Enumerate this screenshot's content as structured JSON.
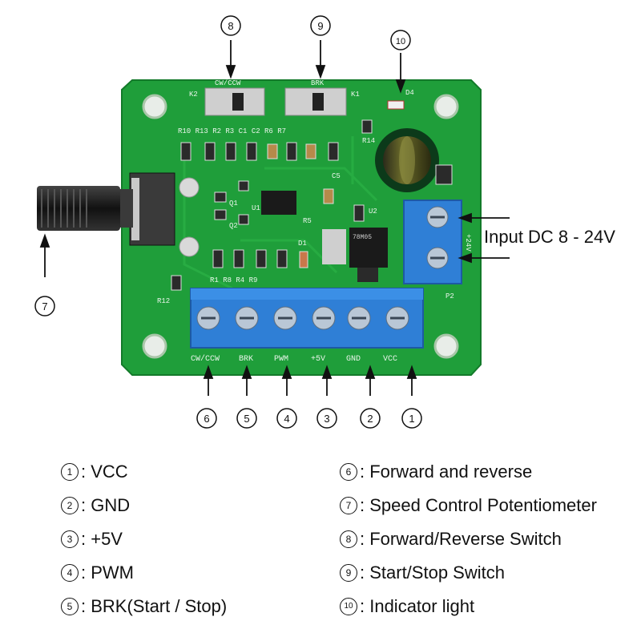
{
  "callout_numbers": {
    "n1": "1",
    "n2": "2",
    "n3": "3",
    "n4": "4",
    "n5": "5",
    "n6": "6",
    "n7": "7",
    "n8": "8",
    "n9": "9",
    "n10": "10"
  },
  "input_label": "Input DC 8 - 24V",
  "terminals": {
    "t1": "VCC",
    "t2": "GND",
    "t3": "+5V",
    "t4": "PWM",
    "t5": "BRK",
    "t6": "CW/CCW"
  },
  "silkscreen": {
    "k2": "K2",
    "k1": "K1",
    "sw2_label": "CW/CCW",
    "sw1_label": "BRK",
    "d4": "D4",
    "row_top": "R10  R13  R2  R3  C1  C2  R6  R7",
    "r14": "R14",
    "c5": "C5",
    "u1": "U1",
    "u2": "U2",
    "q1": "Q1",
    "q2": "Q2",
    "r5": "R5",
    "d1": "D1",
    "regulator": "78M05",
    "p2": "P2",
    "plus24v": "+24V",
    "row_bottom": "R1  R8  R4  R9",
    "r12": "R12"
  },
  "legend": {
    "left": [
      {
        "num": "1",
        "text": ": VCC"
      },
      {
        "num": "2",
        "text": ": GND"
      },
      {
        "num": "3",
        "text": ": +5V"
      },
      {
        "num": "4",
        "text": ": PWM"
      },
      {
        "num": "5",
        "text": ": BRK(Start / Stop)"
      }
    ],
    "right": [
      {
        "num": "6",
        "text": ": Forward and reverse"
      },
      {
        "num": "7",
        "text": ": Speed Control Potentiometer"
      },
      {
        "num": "8",
        "text": ": Forward/Reverse Switch"
      },
      {
        "num": "9",
        "text": ": Start/Stop Switch"
      },
      {
        "num": "10",
        "text": ": Indicator light"
      }
    ]
  },
  "colors": {
    "pcb": "#1f9e3a",
    "pcb_dark": "#137a2a",
    "terminal_blue": "#2f7fd6",
    "silk": "#e9f5ea",
    "pot_knob": "#1b1b1b"
  }
}
